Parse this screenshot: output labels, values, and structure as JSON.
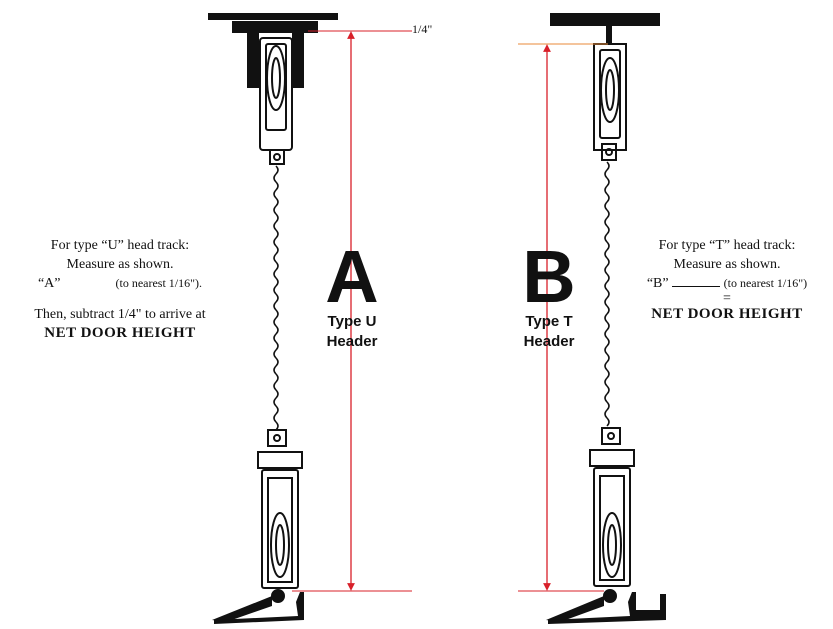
{
  "diagram": {
    "fraction_top": "1/4\"",
    "left": {
      "letter": "A",
      "type_label": "Type U",
      "header_label": "Header",
      "note_line1": "For type “U” head track:",
      "note_line2": "Measure as shown.",
      "note_line3_prefix": "“A”",
      "note_line3_suffix": "(to nearest 1/16\").",
      "note_line4": "Then, subtract 1/4\" to arrive at",
      "net_label": "NET DOOR HEIGHT"
    },
    "right": {
      "letter": "B",
      "type_label": "Type T",
      "header_label": "Header",
      "note_line1": "For type “T” head track:",
      "note_line2": "Measure as shown.",
      "note_line3_prefix": "“B”",
      "note_line3_suffix": "(to nearest 1/16\")",
      "equals": "=",
      "net_label": "NET DOOR HEIGHT"
    },
    "colors": {
      "dimension_line": "#d8202a",
      "hardware": "#111111"
    }
  }
}
